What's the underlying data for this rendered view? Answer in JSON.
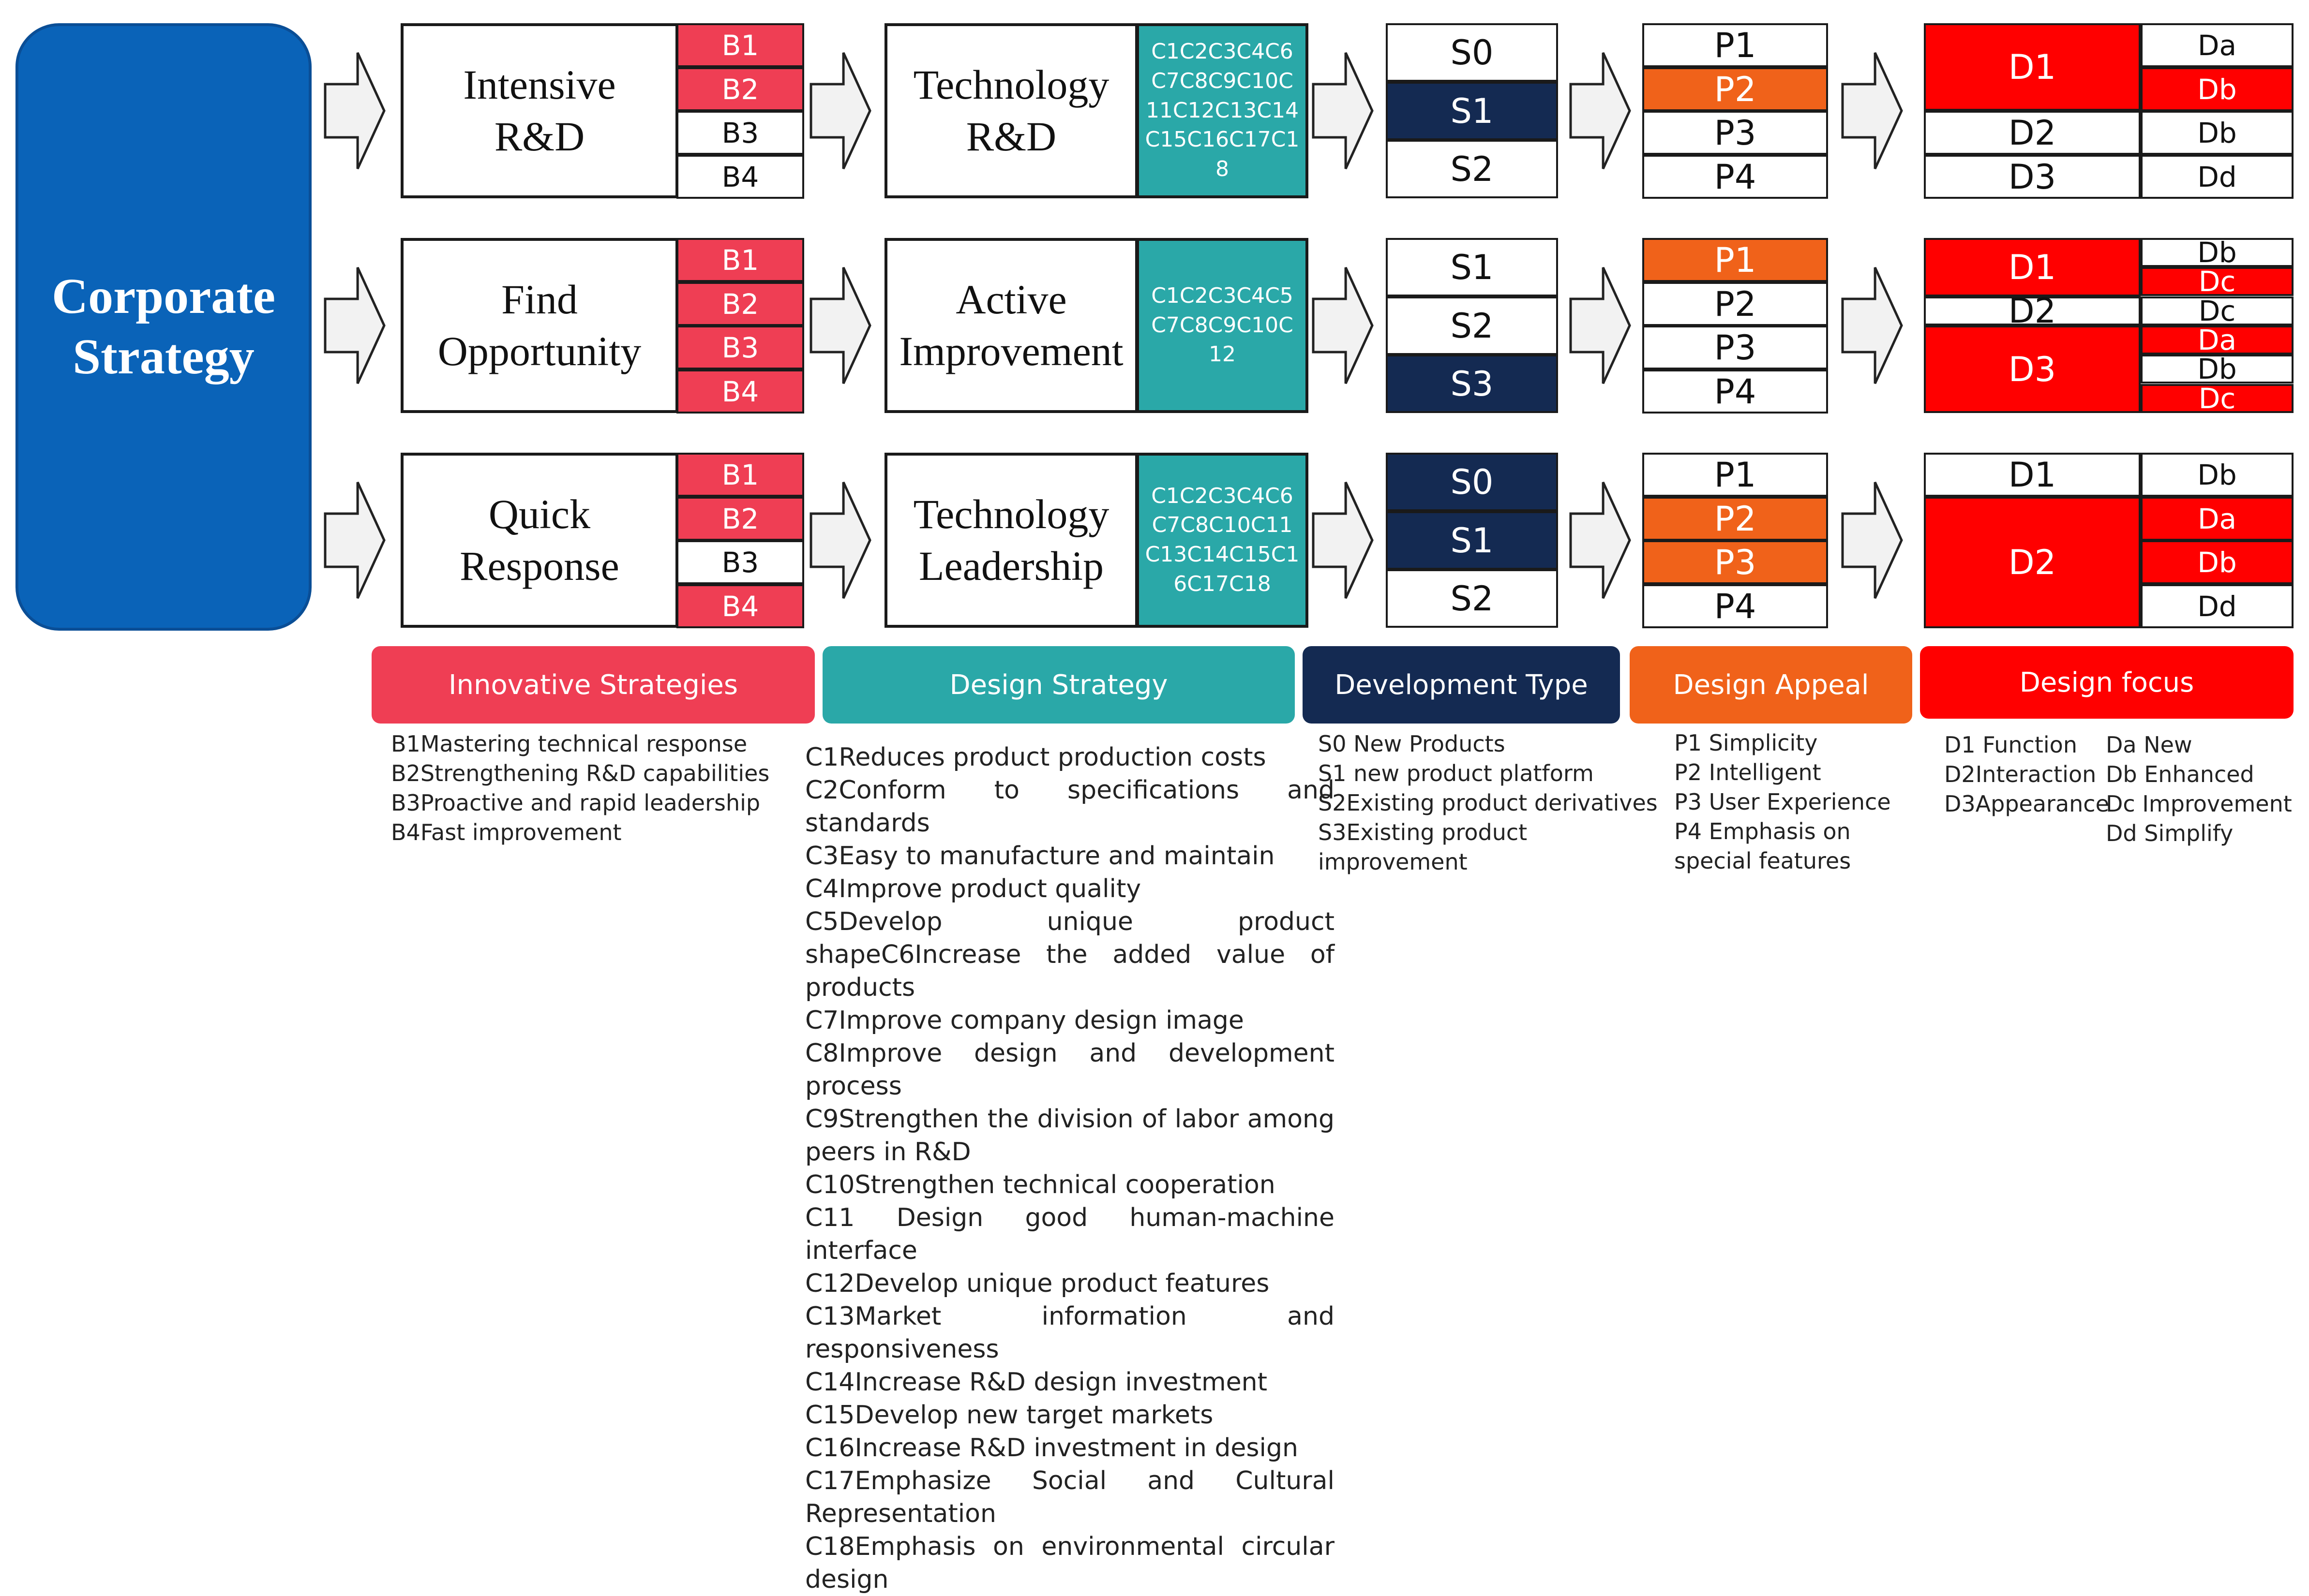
{
  "corporate": {
    "label": "Corporate\nStrategy"
  },
  "rows": [
    {
      "strategy": "Intensive\nR&D",
      "b_cells": [
        {
          "label": "B1",
          "on": true
        },
        {
          "label": "B2",
          "on": true
        },
        {
          "label": "B3",
          "on": false
        },
        {
          "label": "B4",
          "on": false
        }
      ],
      "design": "Technology\nR&D",
      "codes": "C1C2C3C4C6C7C8C9C10C11C12C13C14C15C16C17C18",
      "s_cells": [
        {
          "label": "S0",
          "on": false
        },
        {
          "label": "S1",
          "on": true
        },
        {
          "label": "S2",
          "on": false
        }
      ],
      "p_cells": [
        {
          "label": "P1",
          "on": false
        },
        {
          "label": "P2",
          "on": true
        },
        {
          "label": "P3",
          "on": false
        },
        {
          "label": "P4",
          "on": false
        }
      ],
      "d_left": [
        {
          "label": "D1",
          "on": true,
          "span": 2
        },
        {
          "label": "D2",
          "on": false,
          "span": 1
        },
        {
          "label": "D3",
          "on": false,
          "span": 1
        }
      ],
      "d_right": [
        {
          "label": "Da",
          "on": false
        },
        {
          "label": "Db",
          "on": true
        },
        {
          "label": "Db",
          "on": false
        },
        {
          "label": "Dd",
          "on": false
        }
      ]
    },
    {
      "strategy": "Find\nOpportunity",
      "b_cells": [
        {
          "label": "B1",
          "on": true
        },
        {
          "label": "B2",
          "on": true
        },
        {
          "label": "B3",
          "on": true
        },
        {
          "label": "B4",
          "on": true
        }
      ],
      "design": "Active\nImprovement",
      "codes": "C1C2C3C4C5C7C8C9C10C12",
      "s_cells": [
        {
          "label": "S1",
          "on": false
        },
        {
          "label": "S2",
          "on": false
        },
        {
          "label": "S3",
          "on": true
        }
      ],
      "p_cells": [
        {
          "label": "P1",
          "on": true
        },
        {
          "label": "P2",
          "on": false
        },
        {
          "label": "P3",
          "on": false
        },
        {
          "label": "P4",
          "on": false
        }
      ],
      "d_left": [
        {
          "label": "D1",
          "on": true,
          "span": 2
        },
        {
          "label": "D2",
          "on": false,
          "span": 1
        },
        {
          "label": "D3",
          "on": true,
          "span": 3
        }
      ],
      "d_right": [
        {
          "label": "Db",
          "on": false
        },
        {
          "label": "Dc",
          "on": true
        },
        {
          "label": "Dc",
          "on": false
        },
        {
          "label": "Da",
          "on": true
        },
        {
          "label": "Db",
          "on": false
        },
        {
          "label": "Dc",
          "on": true
        }
      ]
    },
    {
      "strategy": "Quick\nResponse",
      "b_cells": [
        {
          "label": "B1",
          "on": true
        },
        {
          "label": "B2",
          "on": true
        },
        {
          "label": "B3",
          "on": false
        },
        {
          "label": "B4",
          "on": true
        }
      ],
      "design": "Technology\nLeadership",
      "codes": "C1C2C3C4C6C7C8C10C11C13C14C15C16C17C18",
      "s_cells": [
        {
          "label": "S0",
          "on": true
        },
        {
          "label": "S1",
          "on": true
        },
        {
          "label": "S2",
          "on": false
        }
      ],
      "p_cells": [
        {
          "label": "P1",
          "on": false
        },
        {
          "label": "P2",
          "on": true
        },
        {
          "label": "P3",
          "on": true
        },
        {
          "label": "P4",
          "on": false
        }
      ],
      "d_left": [
        {
          "label": "D1",
          "on": false,
          "span": 1
        },
        {
          "label": "D2",
          "on": true,
          "span": 3
        }
      ],
      "d_right": [
        {
          "label": "Db",
          "on": false
        },
        {
          "label": "Da",
          "on": true
        },
        {
          "label": "Db",
          "on": true
        },
        {
          "label": "Dd",
          "on": false
        }
      ]
    }
  ],
  "headers": {
    "innovative": "Innovative Strategies",
    "design_strategy": "Design Strategy",
    "development_type": "Development Type",
    "design_appeal": "Design Appeal",
    "design_focus": "Design focus"
  },
  "legends": {
    "innovative": "B1Mastering technical response\nB2Strengthening R&D capabilities\nB3Proactive and rapid leadership\nB4Fast improvement",
    "development_type": "S0 New Products\nS1 new product platform\nS2Existing product derivatives\nS3Existing product improvement",
    "design_appeal": "P1 Simplicity\nP2 Intelligent\nP3 User Experience\nP4 Emphasis on\nspecial features",
    "design_focus_left": "D1 Function\nD2Interaction\nD3Appearance",
    "design_focus_right": "Da New\nDb Enhanced\nDc Improvement\nDd Simplify",
    "design_strategy": [
      "C1Reduces product production costs",
      "C2Conform to specifications and standards",
      "C3Easy to manufacture and maintain",
      "C4Improve product quality",
      "C5Develop unique product shapeC6Increase the added value of products",
      "C7Improve company design image",
      "C8Improve design and development process",
      "C9Strengthen the division of labor among peers in R&D",
      "C10Strengthen technical cooperation",
      "C11 Design good human-machine interface",
      "C12Develop unique product features",
      "C13Market information and responsiveness",
      "C14Increase R&D design investment",
      "C15Develop new target markets",
      "C16Increase R&D investment in design",
      "C17Emphasize Social and Cultural Representation",
      "C18Emphasis on environmental circular design"
    ]
  },
  "colors": {
    "corporate": "#0a63b8",
    "innovative": "#ef3e54",
    "design_strategy": "#2aa8a8",
    "development_type": "#142a52",
    "design_appeal": "#f0621a",
    "design_focus": "#ff0000"
  }
}
